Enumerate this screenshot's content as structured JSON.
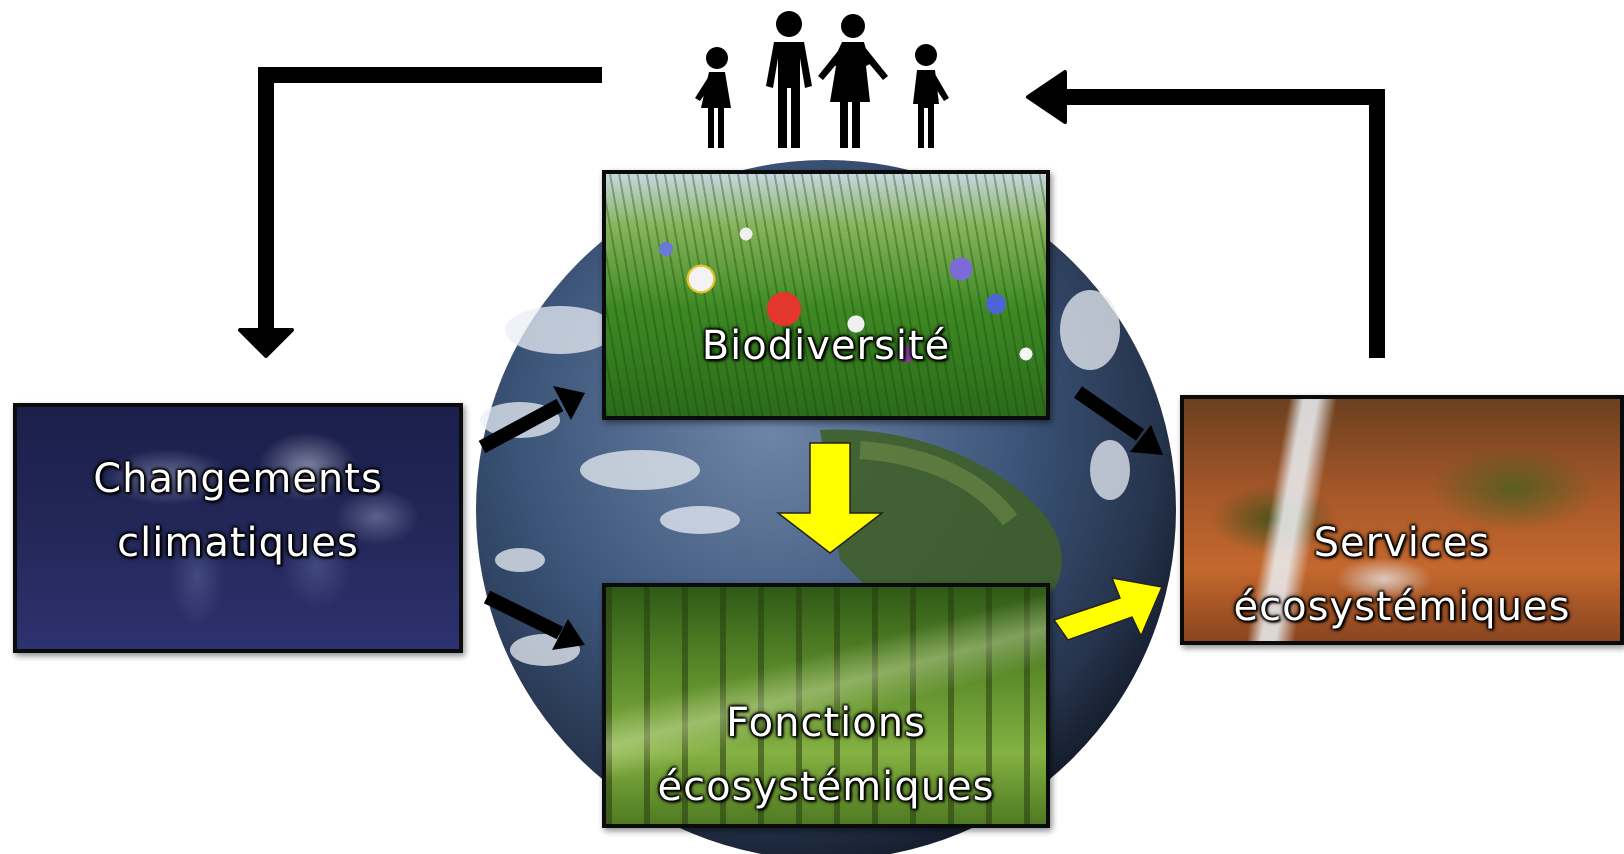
{
  "people_icon": "family-icon",
  "globe_icon": "earth-globe-icon",
  "nodes": {
    "climate": {
      "line1": "Changements",
      "line2": "climatiques"
    },
    "biodiversity": {
      "line1": "Biodiversité"
    },
    "functions": {
      "line1": "Fonctions",
      "line2": "écosystémiques"
    },
    "services": {
      "line1": "Services",
      "line2": "écosystémiques"
    }
  },
  "colors": {
    "feedback_arrow": "#000000",
    "influence_arrow": "#000000",
    "main_flow_arrow": "#ffff00"
  }
}
